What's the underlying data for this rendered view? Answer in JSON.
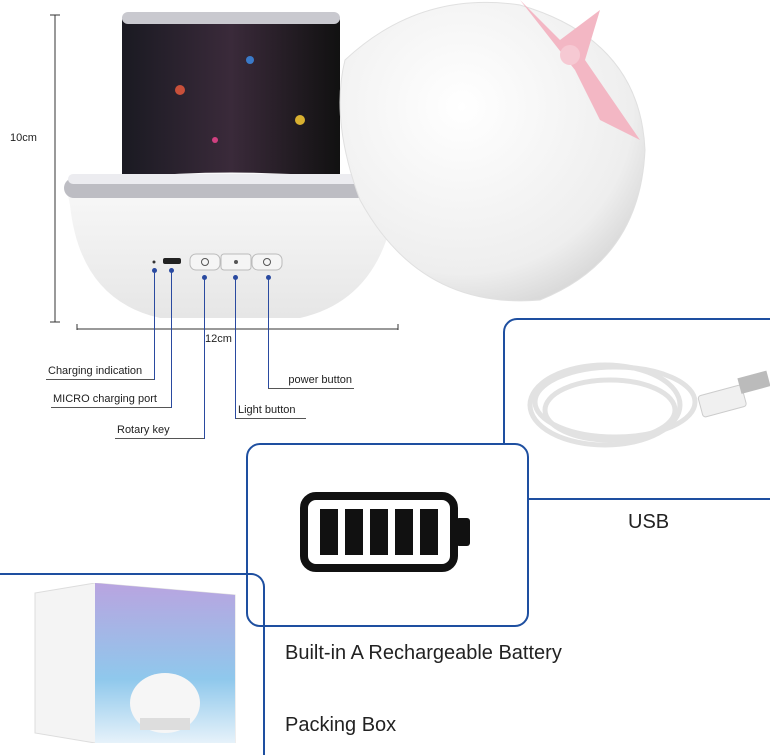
{
  "dimensions": {
    "height": "10cm",
    "width": "12cm"
  },
  "callouts": {
    "charging_indication": "Charging indication",
    "micro_port": "MICRO charging port",
    "rotary_key": "Rotary key",
    "light_button": "Light button",
    "power_button": "power button"
  },
  "features": {
    "usb": "USB",
    "battery": "Built-in A Rechargeable Battery",
    "packing": "Packing Box"
  },
  "colors": {
    "accent": "#1e4fa0",
    "battery": "#111111",
    "bow": "#f3b7c4"
  }
}
